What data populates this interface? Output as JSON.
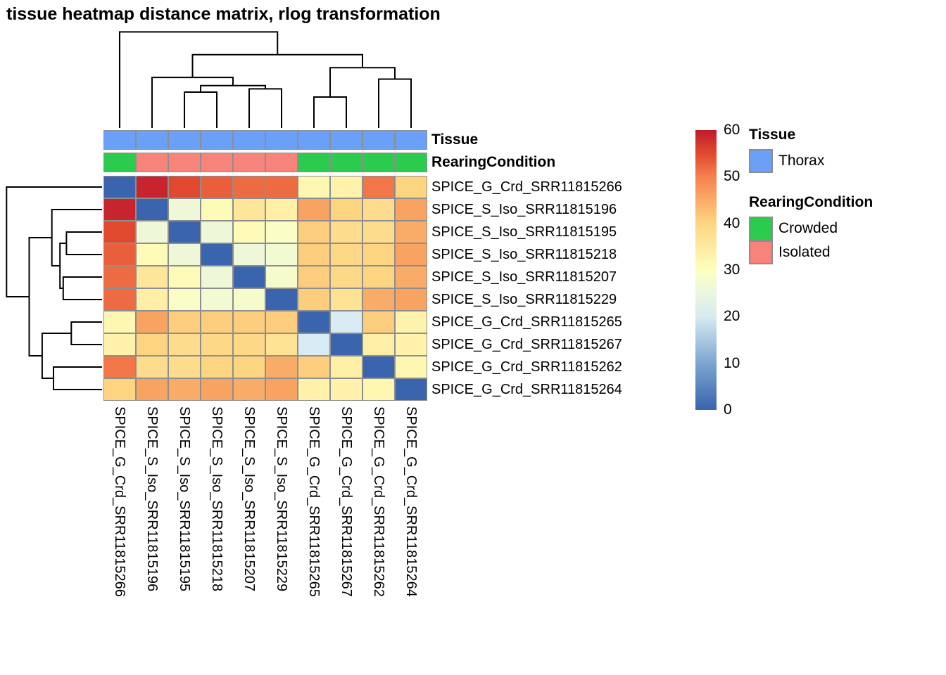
{
  "title": "tissue heatmap distance matrix, rlog transformation",
  "chart_data": {
    "type": "heatmap",
    "title": "tissue heatmap distance matrix, rlog transformation",
    "samples": [
      "SPICE_G_Crd_SRR11815266",
      "SPICE_S_Iso_SRR11815196",
      "SPICE_S_Iso_SRR11815195",
      "SPICE_S_Iso_SRR11815218",
      "SPICE_S_Iso_SRR11815207",
      "SPICE_S_Iso_SRR11815229",
      "SPICE_G_Crd_SRR11815265",
      "SPICE_G_Crd_SRR11815267",
      "SPICE_G_Crd_SRR11815262",
      "SPICE_G_Crd_SRR11815264"
    ],
    "matrix": [
      [
        0,
        59,
        55,
        53,
        52,
        52,
        32,
        33,
        51,
        40
      ],
      [
        59,
        0,
        26,
        31,
        36,
        34,
        46,
        40,
        38,
        46
      ],
      [
        55,
        26,
        0,
        26,
        31,
        29,
        41,
        38,
        38,
        45
      ],
      [
        53,
        31,
        26,
        0,
        26,
        27,
        41,
        39,
        40,
        46
      ],
      [
        52,
        36,
        31,
        26,
        0,
        28,
        41,
        39,
        40,
        45
      ],
      [
        52,
        34,
        29,
        27,
        28,
        0,
        41,
        37,
        45,
        46
      ],
      [
        32,
        46,
        41,
        41,
        41,
        41,
        0,
        20,
        41,
        33
      ],
      [
        33,
        40,
        38,
        39,
        39,
        37,
        20,
        0,
        34,
        33
      ],
      [
        51,
        38,
        38,
        40,
        40,
        45,
        41,
        34,
        0,
        32
      ],
      [
        40,
        46,
        45,
        46,
        45,
        46,
        33,
        33,
        32,
        0
      ]
    ],
    "scale": {
      "min": 0,
      "max": 60,
      "ticks": [
        60,
        50,
        40,
        30,
        20,
        10,
        0
      ]
    },
    "colormap": [
      [
        0,
        "#3a64ad"
      ],
      [
        10,
        "#7ba6cf"
      ],
      [
        20,
        "#d8eaf2"
      ],
      [
        25,
        "#eaf6e0"
      ],
      [
        30,
        "#feffbe"
      ],
      [
        40,
        "#fdd581"
      ],
      [
        50,
        "#f5814e"
      ],
      [
        55,
        "#e1492f"
      ],
      [
        60,
        "#c01b2c"
      ]
    ],
    "annotation_row_labels": [
      "Tissue",
      "RearingCondition"
    ],
    "column_annotations": {
      "Tissue": [
        "Thorax",
        "Thorax",
        "Thorax",
        "Thorax",
        "Thorax",
        "Thorax",
        "Thorax",
        "Thorax",
        "Thorax",
        "Thorax"
      ],
      "RearingCondition": [
        "Crowded",
        "Isolated",
        "Isolated",
        "Isolated",
        "Isolated",
        "Isolated",
        "Crowded",
        "Crowded",
        "Crowded",
        "Crowded"
      ]
    },
    "annotation_colors": {
      "Thorax": "#6ba0f8",
      "Crowded": "#2bcb4e",
      "Isolated": "#f8837b"
    },
    "dendrogram": {
      "h": 59,
      "c": [
        {
          "leaf": 0
        },
        {
          "h": 45,
          "c": [
            {
              "h": 31,
              "c": [
                {
                  "leaf": 1
                },
                {
                  "h": 26,
                  "c": [
                    {
                      "h": 22,
                      "c": [
                        {
                          "leaf": 2
                        },
                        {
                          "leaf": 3
                        }
                      ]
                    },
                    {
                      "h": 24,
                      "c": [
                        {
                          "leaf": 4
                        },
                        {
                          "leaf": 5
                        }
                      ]
                    }
                  ]
                }
              ]
            },
            {
              "h": 37,
              "c": [
                {
                  "h": 19,
                  "c": [
                    {
                      "leaf": 6
                    },
                    {
                      "leaf": 7
                    }
                  ]
                },
                {
                  "h": 30,
                  "c": [
                    {
                      "leaf": 8
                    },
                    {
                      "leaf": 9
                    }
                  ]
                }
              ]
            }
          ]
        }
      ]
    },
    "legend": {
      "tissue_title": "Tissue",
      "tissue_items": [
        {
          "label": "Thorax",
          "color": "#6ba0f8"
        }
      ],
      "rearing_title": "RearingCondition",
      "rearing_items": [
        {
          "label": "Crowded",
          "color": "#2bcb4e"
        },
        {
          "label": "Isolated",
          "color": "#f8837b"
        }
      ]
    }
  }
}
